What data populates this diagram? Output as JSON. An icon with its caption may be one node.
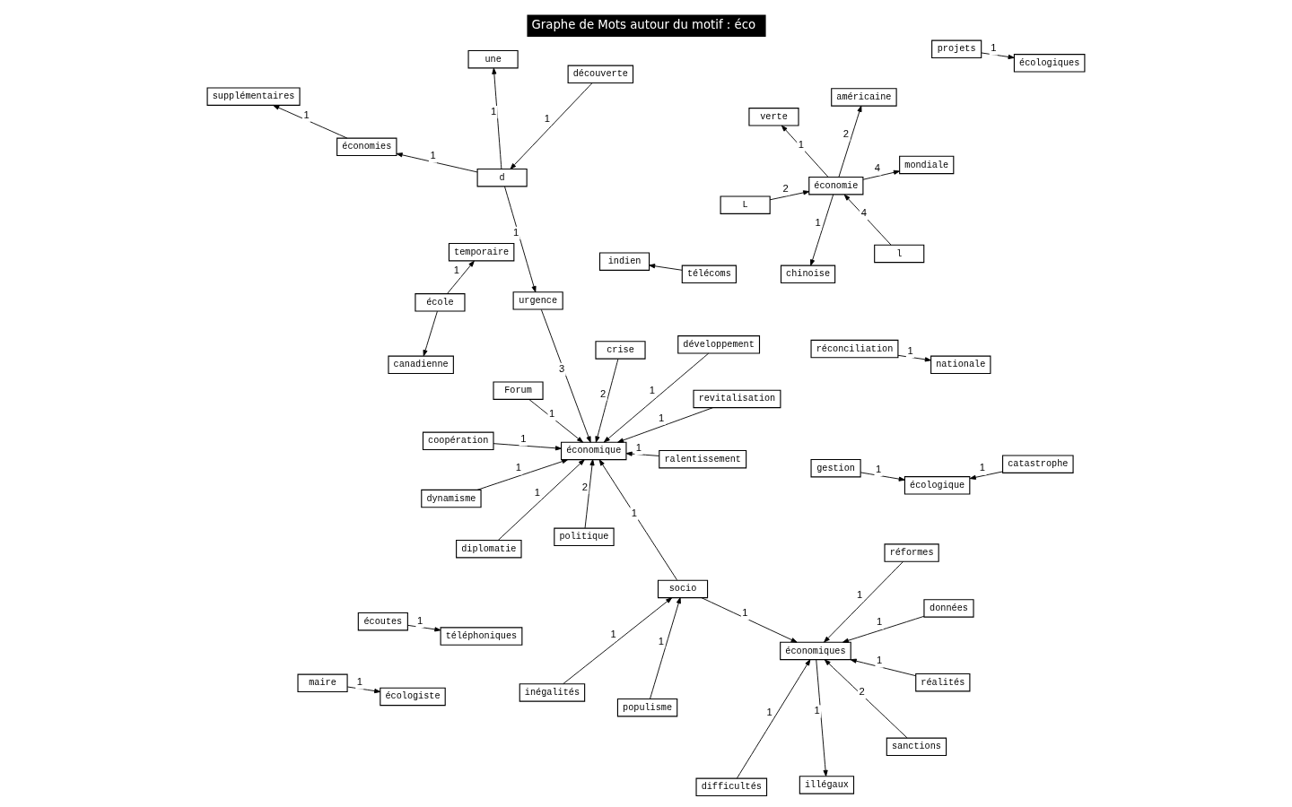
{
  "diagram": {
    "title": "Graphe de Mots autour du motif : éco",
    "nodes": [
      {
        "text": [
          "L"
        ]
      },
      {
        "text": [
          "réconciliation"
        ]
      },
      {
        "text": [
          "indien"
        ]
      },
      {
        "text": [
          "urgence"
        ]
      },
      {
        "text": [
          "réalités"
        ]
      },
      {
        "text": [
          "sanctions"
        ]
      },
      {
        "text": [
          "Forum"
        ]
      },
      {
        "text": [
          "école"
        ]
      },
      {
        "text": [
          "découverte"
        ]
      },
      {
        "text": [
          "une"
        ]
      },
      {
        "text": [
          "temporaire"
        ]
      },
      {
        "text": [
          "télécoms"
        ]
      },
      {
        "text": [
          "canadienne"
        ]
      },
      {
        "text": [
          "supplémentaires"
        ]
      },
      {
        "text": [
          "revitalisation"
        ]
      },
      {
        "text": [
          "l"
        ]
      },
      {
        "text": [
          "socio"
        ]
      },
      {
        "text": [
          "populisme"
        ]
      },
      {
        "text": [
          "inégalités"
        ]
      },
      {
        "text": [
          "économique"
        ]
      },
      {
        "text": [
          "économiques"
        ]
      },
      {
        "text": [
          "économie"
        ]
      },
      {
        "text": [
          "économies"
        ]
      },
      {
        "text": [
          "d"
        ]
      },
      {
        "text": [
          "gestion"
        ]
      },
      {
        "text": [
          "écoutes"
        ]
      },
      {
        "text": [
          "verte"
        ]
      },
      {
        "text": [
          "nationale"
        ]
      },
      {
        "text": [
          "téléphoniques"
        ]
      },
      {
        "text": [
          "catastrophe"
        ]
      },
      {
        "text": [
          "écologique"
        ]
      },
      {
        "text": [
          "mondiale"
        ]
      },
      {
        "text": [
          "politique"
        ]
      },
      {
        "text": [
          "ralentissement"
        ]
      },
      {
        "text": [
          "dynamisme"
        ]
      },
      {
        "text": [
          "illégaux"
        ]
      },
      {
        "text": [
          "maire"
        ]
      },
      {
        "text": [
          "américaine"
        ]
      },
      {
        "text": [
          "coopération"
        ]
      },
      {
        "text": [
          "réformes"
        ]
      },
      {
        "text": [
          "écologiste"
        ]
      },
      {
        "text": [
          "difficultés"
        ]
      },
      {
        "text": [
          "développement"
        ]
      },
      {
        "text": [
          "données"
        ]
      },
      {
        "text": [
          "chinoise"
        ]
      },
      {
        "text": [
          "projets"
        ]
      },
      {
        "text": [
          "écologiques"
        ]
      },
      {
        "text": [
          "crise"
        ]
      },
      {
        "text": [
          "diplomatie"
        ]
      }
    ],
    "edges": [
      {
        "from": 0,
        "to": 21,
        "arrow": "to",
        "label": "2"
      },
      {
        "from": 1,
        "to": 27,
        "arrow": "to",
        "label": "1"
      },
      {
        "from": 3,
        "to": 19,
        "arrow": "to",
        "label": "3"
      },
      {
        "from": 4,
        "to": 20,
        "arrow": "to",
        "label": "1"
      },
      {
        "from": 5,
        "to": 20,
        "arrow": "to",
        "label": "2"
      },
      {
        "from": 6,
        "to": 19,
        "arrow": "to",
        "label": "1"
      },
      {
        "from": 7,
        "to": 10,
        "arrow": "to",
        "label": "1"
      },
      {
        "from": 7,
        "to": 12,
        "arrow": "to"
      },
      {
        "from": 8,
        "to": 23,
        "arrow": "to",
        "label": "1"
      },
      {
        "from": 11,
        "to": 2,
        "arrow": "to"
      },
      {
        "from": 14,
        "to": 19,
        "arrow": "to",
        "label": "1"
      },
      {
        "from": 15,
        "to": 21,
        "arrow": "to",
        "label": "4"
      },
      {
        "from": 16,
        "to": 19,
        "arrow": "to",
        "label": "1"
      },
      {
        "from": 16,
        "to": 20,
        "arrow": "to",
        "label": "1"
      },
      {
        "from": 17,
        "to": 16,
        "arrow": "to",
        "label": "1"
      },
      {
        "from": 18,
        "to": 16,
        "arrow": "to",
        "label": "1"
      },
      {
        "from": 20,
        "to": 35,
        "arrow": "to",
        "label": "1"
      },
      {
        "from": 21,
        "to": 26,
        "arrow": "to",
        "label": "1"
      },
      {
        "from": 21,
        "to": 31,
        "arrow": "to",
        "label": "4"
      },
      {
        "from": 21,
        "to": 37,
        "arrow": "to",
        "label": "2"
      },
      {
        "from": 21,
        "to": 44,
        "arrow": "to",
        "label": "1"
      },
      {
        "from": 22,
        "to": 13,
        "arrow": "to",
        "label": "1"
      },
      {
        "from": 23,
        "to": 3,
        "arrow": "to",
        "label": "1"
      },
      {
        "from": 23,
        "to": 9,
        "arrow": "to",
        "label": "1"
      },
      {
        "from": 23,
        "to": 22,
        "arrow": "to",
        "label": "1"
      },
      {
        "from": 24,
        "to": 30,
        "arrow": "to",
        "label": "1"
      },
      {
        "from": 25,
        "to": 28,
        "arrow": "to",
        "label": "1"
      },
      {
        "from": 29,
        "to": 30,
        "arrow": "to",
        "label": "1"
      },
      {
        "from": 32,
        "to": 19,
        "arrow": "to",
        "label": "2"
      },
      {
        "from": 33,
        "to": 19,
        "arrow": "to",
        "label": "1"
      },
      {
        "from": 34,
        "to": 19,
        "arrow": "to",
        "label": "1"
      },
      {
        "from": 36,
        "to": 40,
        "arrow": "to",
        "label": "1"
      },
      {
        "from": 38,
        "to": 19,
        "arrow": "to",
        "label": "1"
      },
      {
        "from": 39,
        "to": 20,
        "arrow": "to",
        "label": "1"
      },
      {
        "from": 41,
        "to": 20,
        "arrow": "to",
        "label": "1"
      },
      {
        "from": 42,
        "to": 19,
        "arrow": "to",
        "label": "1"
      },
      {
        "from": 43,
        "to": 20,
        "arrow": "to",
        "label": "1"
      },
      {
        "from": 45,
        "to": 46,
        "arrow": "to",
        "label": "1"
      },
      {
        "from": 47,
        "to": 19,
        "arrow": "to",
        "label": "2"
      },
      {
        "from": 48,
        "to": 19,
        "arrow": "to",
        "label": "1"
      }
    ]
  }
}
